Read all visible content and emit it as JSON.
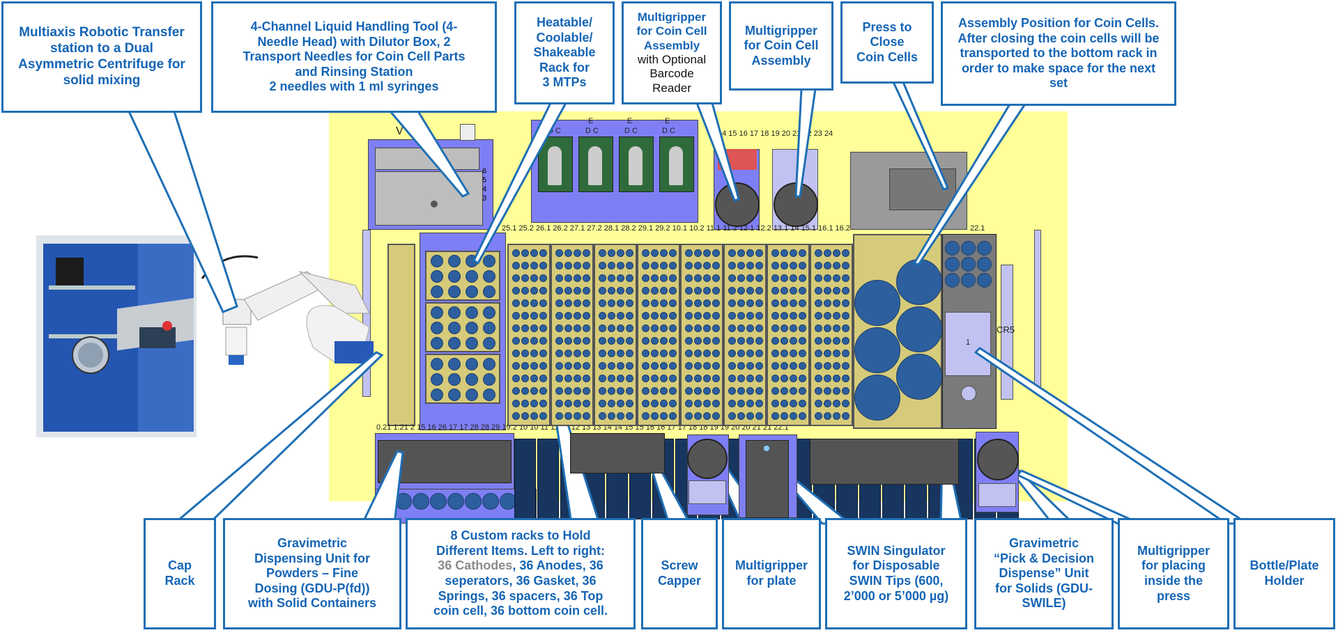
{
  "callouts": {
    "robot": [
      "Multiaxis Robotic Transfer",
      "station to a Dual",
      "Asymmetric Centrifuge for",
      "solid mixing"
    ],
    "liquid": [
      "4-Channel Liquid Handling Tool (4-",
      "Needle Head) with Dilutor Box, 2",
      "Transport Needles for Coin Cell Parts",
      "and Rinsing Station",
      "2 needles with 1 ml syringes"
    ],
    "heatable": [
      "Heatable/",
      "Coolable/",
      "Shakeable",
      "Rack for",
      "3 MTPs"
    ],
    "multi_barcode_bold": [
      "Multigripper",
      "for Coin Cell",
      "Assembly"
    ],
    "multi_barcode_plain": [
      "with Optional",
      "Barcode",
      "Reader"
    ],
    "multi_coin": [
      "Multigripper",
      "for Coin Cell",
      "Assembly"
    ],
    "press": [
      "Press to",
      "Close",
      "Coin Cells"
    ],
    "assembly": [
      "Assembly Position for Coin Cells.",
      "After closing the coin cells will be",
      "transported to the bottom rack in",
      "order to make space for the next",
      "set"
    ],
    "cap_rack": [
      "Cap",
      "Rack"
    ],
    "gdu_pfd": [
      "Gravimetric",
      "Dispensing Unit for",
      "Powders – Fine",
      "Dosing (GDU-P(fd))",
      "with Solid Containers"
    ],
    "custom_line1": "8 Custom racks to Hold",
    "custom_line2": "Different Items. Left  to right:",
    "custom_gray": "36 Cathodes",
    "custom_rest": ", 36 Anodes, 36",
    "custom_more": [
      "seperators, 36 Gasket, 36",
      "Springs, 36 spacers, 36 Top",
      "coin cell, 36 bottom coin cell."
    ],
    "screw": [
      "Screw",
      "Capper"
    ],
    "plate": [
      "Multigripper",
      "for plate"
    ],
    "swin": [
      "SWIN Singulator",
      "for Disposable",
      "SWIN Tips (600,",
      "2’000 or 5’000 µg)"
    ],
    "swile": [
      "Gravimetric",
      "“Pick & Decision",
      "Dispense” Unit",
      "for Solids (GDU-",
      "SWILE)"
    ],
    "press_place": [
      "Multigripper",
      "for placing",
      "inside the",
      "press"
    ],
    "holder": [
      "Bottle/Plate",
      "Holder"
    ]
  },
  "deck_labels": {
    "top_ticks": "14 15 16 17 18 19 20 21 22 23 24",
    "rack_ticks": "25.1 25.2 26.1 26.2 27.1 27.2 28.1 28.2 29.1 29.2 10.1 10.2 11.1 11.2 12.1 12.2 13.1 14 15.1 16.1 16.2",
    "bottom_ticks": "0.21 1.21 2 15 16 26 17 17 28 28 29 19.2 10 10 11 11 12 12 13 13 14 14 15 15 16 16 17 17 18 18 19 19 20 20 21 21 22.1",
    "right_tick": "22.1",
    "mtp_labels": [
      "E",
      "D C",
      "E",
      "D C",
      "E",
      "D C",
      "E",
      "D C"
    ],
    "cr5": "CR5",
    "pos1": "1",
    "side_nums": [
      "6",
      "5",
      "4",
      "3"
    ],
    "w_label": "V"
  },
  "colors": {
    "border": "#1f6fb5",
    "text": "#1565b5",
    "deck": "#ffff99",
    "plate": "#d6cb7a",
    "dot": "#2d5f9e",
    "purple": "#7f7ff5"
  },
  "icons": [
    "robot-arm-image",
    "centrifuge-image"
  ]
}
